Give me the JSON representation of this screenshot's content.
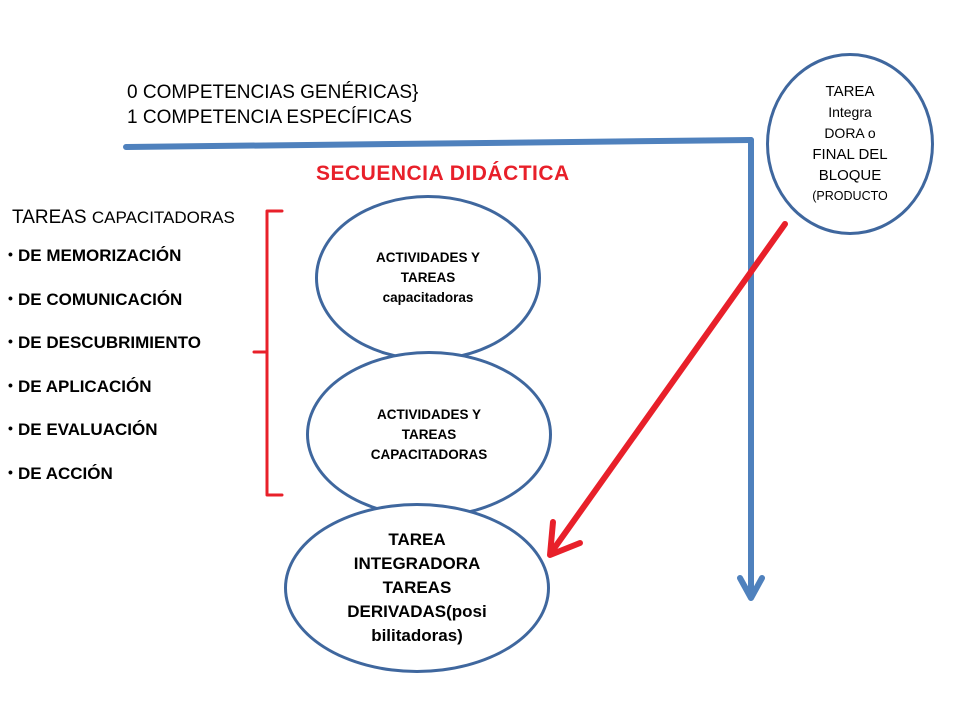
{
  "competencias": {
    "line1": "0 COMPETENCIAS GENÉRICAS}",
    "line2": "1 COMPETENCIA ESPECÍFICAS"
  },
  "secuencia_title": "SECUENCIA DIDÁCTICA",
  "tareas_capacitadoras": {
    "word": "TAREAS",
    "rest": "CAPACITADORAS"
  },
  "bullet_char": "•",
  "bullets": [
    "DE MEMORIZACIÓN",
    "DE COMUNICACIÓN",
    "DE DESCUBRIMIENTO",
    "DE APLICACIÓN",
    "DE EVALUACIÓN",
    "DE ACCIÓN"
  ],
  "ellipse1": {
    "line1": "ACTIVIDADES Y",
    "line2": "TAREAS",
    "line3": "capacitadoras"
  },
  "ellipse2": {
    "line1": "ACTIVIDADES Y",
    "line2": "TAREAS",
    "line3": "CAPACITADORAS"
  },
  "ellipse3": {
    "line1": "TAREA",
    "line2": "INTEGRADORA",
    "line3": "TAREAS",
    "line4": "DERIVADAS(posi",
    "line5": "bilitadoras)"
  },
  "ellipse4": {
    "line1": "TAREA",
    "line2": "Integra",
    "line3": "DORA o",
    "line4": "FINAL DEL",
    "line5": "BLOQUE",
    "line6": "(PRODUCTO"
  },
  "colors": {
    "blue_line": "#4f81bd",
    "ellipse_border": "#3f679e",
    "red": "#e8202a"
  }
}
